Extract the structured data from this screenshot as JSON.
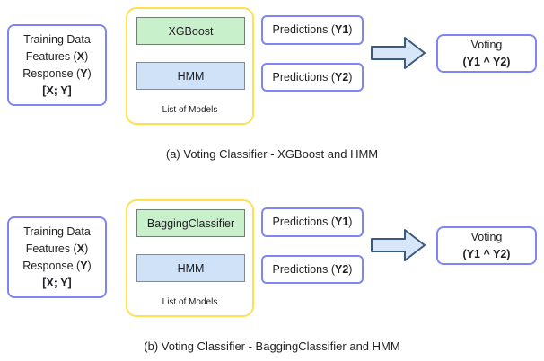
{
  "colors": {
    "box_border": "#7f86f2",
    "container_border": "#ffe14f",
    "model1_fill": "#c8f0ca",
    "model1_border": "#6f7f72",
    "model2_fill": "#cfe2f8",
    "model2_border": "#7d8aa0",
    "arrow_fill": "#d7e6f8",
    "arrow_border": "#3a5a80",
    "text": "#1f2023",
    "background": "#ffffff"
  },
  "diagrams": [
    {
      "training": {
        "line1": "Training Data",
        "line2_prefix": "Features (",
        "line2_bold": "X",
        "line2_suffix": ")",
        "line3_prefix": "Response (",
        "line3_bold": "Y",
        "line3_suffix": ")",
        "line4": "[X; Y]"
      },
      "models": {
        "model1": "XGBoost",
        "model2": "HMM",
        "label": "List of Models"
      },
      "prediction1": {
        "prefix": "Predictions (",
        "bold": "Y1",
        "suffix": ")"
      },
      "prediction2": {
        "prefix": "Predictions (",
        "bold": "Y2",
        "suffix": ")"
      },
      "voting": {
        "line1": "Voting",
        "line2": "(Y1 ^ Y2)"
      },
      "caption": "(a) Voting Classifier - XGBoost and HMM"
    },
    {
      "training": {
        "line1": "Training Data",
        "line2_prefix": "Features (",
        "line2_bold": "X",
        "line2_suffix": ")",
        "line3_prefix": "Response (",
        "line3_bold": "Y",
        "line3_suffix": ")",
        "line4": "[X; Y]"
      },
      "models": {
        "model1": "BaggingClassifier",
        "model2": "HMM",
        "label": "List of Models"
      },
      "prediction1": {
        "prefix": "Predictions (",
        "bold": "Y1",
        "suffix": ")"
      },
      "prediction2": {
        "prefix": "Predictions (",
        "bold": "Y2",
        "suffix": ")"
      },
      "voting": {
        "line1": "Voting",
        "line2": "(Y1 ^ Y2)"
      },
      "caption": "(b) Voting Classifier - BaggingClassifier and HMM"
    }
  ]
}
